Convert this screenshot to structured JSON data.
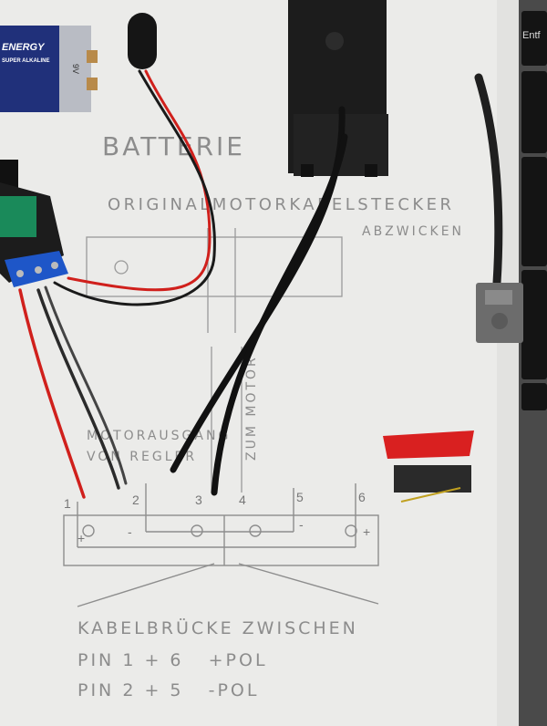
{
  "battery": {
    "brand": "ENERGY",
    "type": "SUPER ALKALINE",
    "voltage": "9V"
  },
  "keyboard": {
    "key_label": "Entf"
  },
  "drawing": {
    "battery_label": "BATTERIE",
    "connector_label": "ORIGINALMOTORKABELSTECKER",
    "cut_label": "ABZWICKEN",
    "motor_output_line1": "MOTORAUSGANG",
    "motor_output_line2": "VON REGLER",
    "to_motor_label": "ZUM MOTOR",
    "pins": [
      "1",
      "2",
      "3",
      "4",
      "5",
      "6"
    ],
    "polarity": {
      "pin1": "+",
      "pin2": "-",
      "pin5": "-",
      "pin6": "+"
    },
    "bridge_title": "KABELBRÜCKE ZWISCHEN",
    "bridge_line1": "PIN 1 + 6   +POL",
    "bridge_line2": "PIN 2 + 5   -POL"
  },
  "colors": {
    "paper": "#ebebe9",
    "red_wire": "#d0201c",
    "black_wire": "#1a1a1a",
    "pcb": "#1a8a5a",
    "terminal": "#1e56c8",
    "lego_red": "#d92020"
  }
}
